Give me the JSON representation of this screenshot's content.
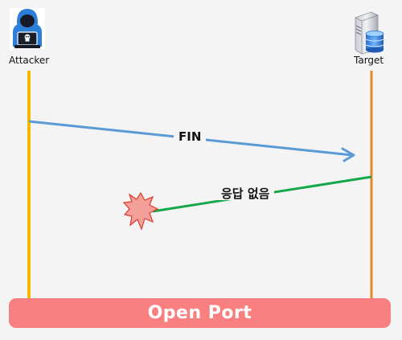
{
  "nodes": {
    "attacker": {
      "label": "Attacker",
      "icon": "hacker-icon"
    },
    "target": {
      "label": "Target",
      "icon": "server-icon"
    }
  },
  "messages": {
    "request": {
      "label": "FIN"
    },
    "response": {
      "label": "응답 없음",
      "end_icon": "explosion-icon"
    }
  },
  "status": {
    "label": "Open Port"
  },
  "colors": {
    "attacker_line": "#f5b800",
    "target_line": "#e8862a",
    "request_arrow": "#5b9bd5",
    "response_line": "#14a84a",
    "explosion_fill": "#f4a09a",
    "explosion_stroke": "#e03a2e",
    "status_bar": "#f98080"
  }
}
